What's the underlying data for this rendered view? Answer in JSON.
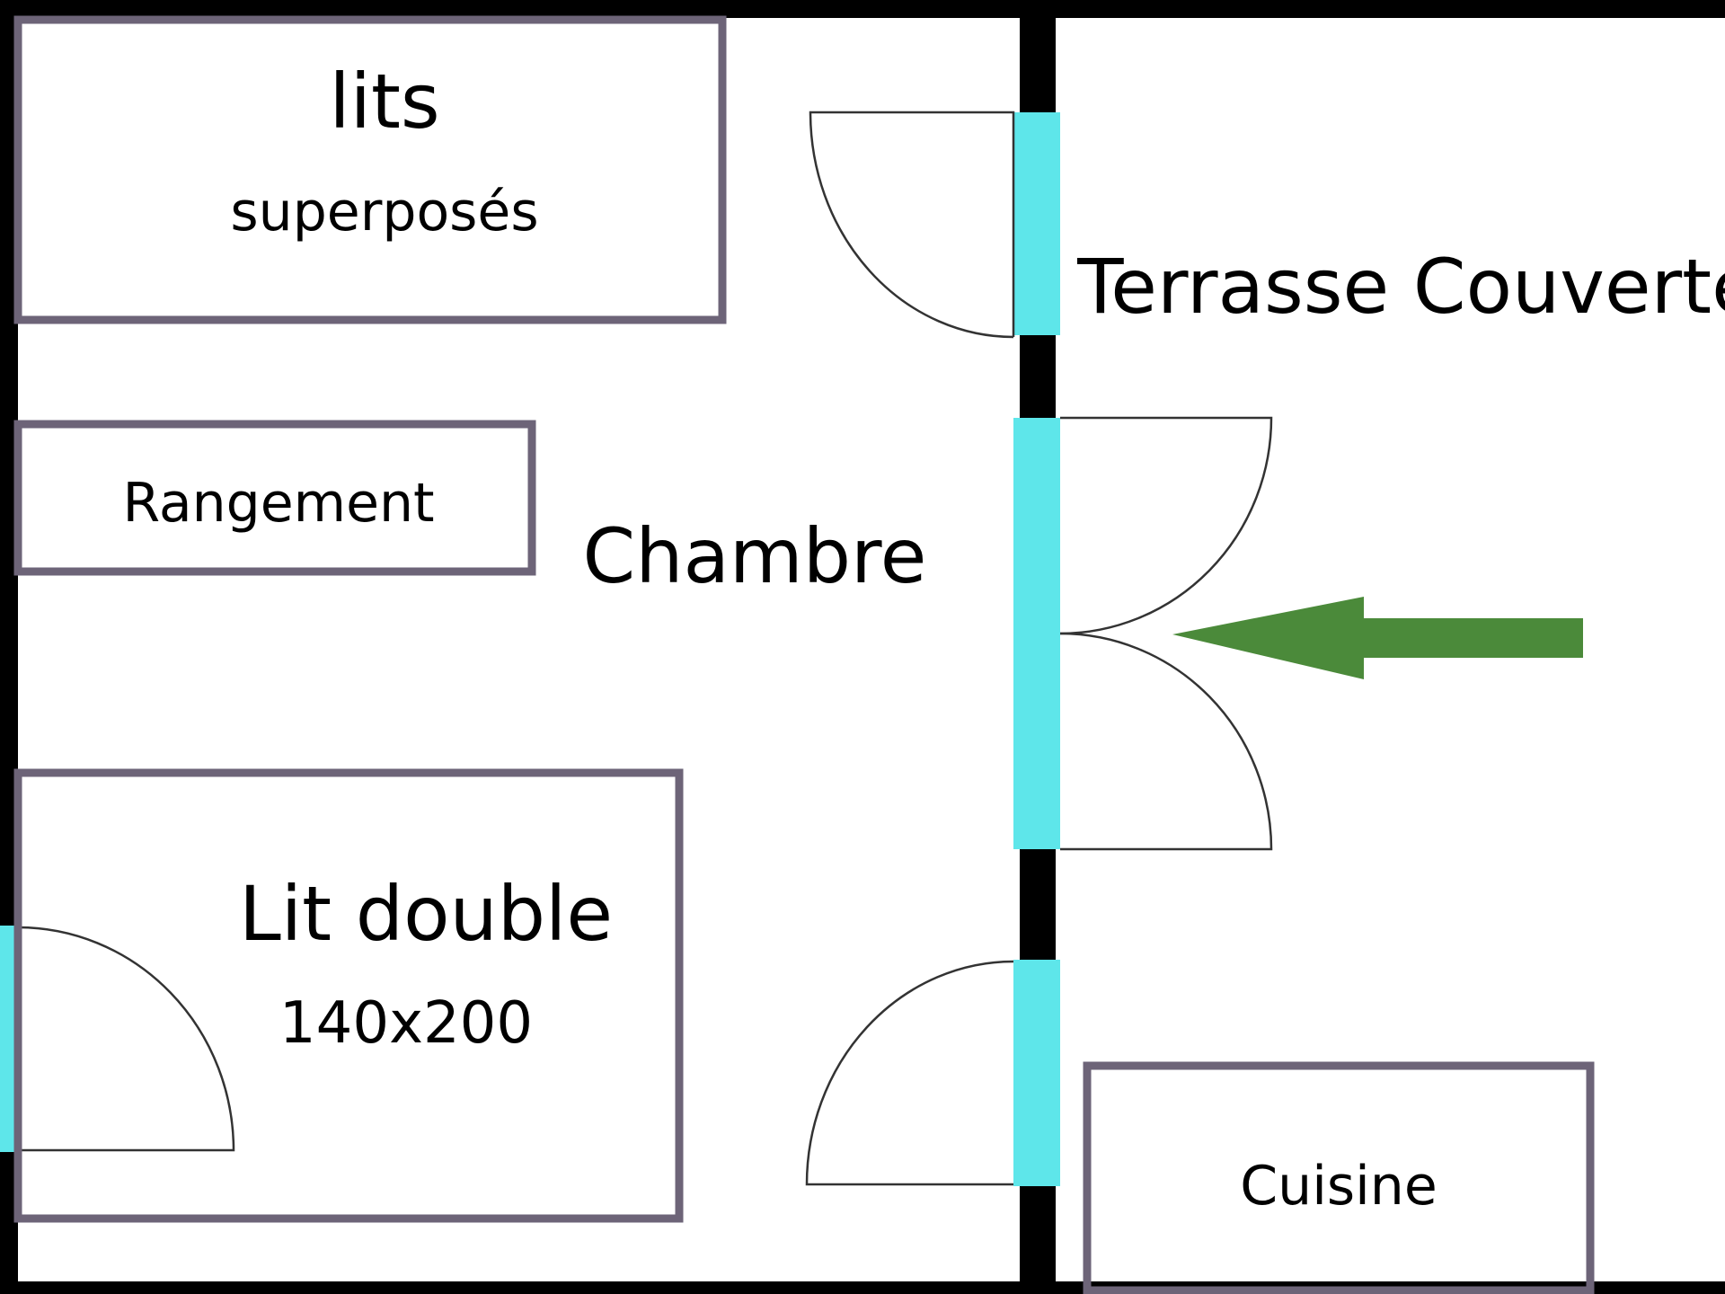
{
  "rooms": {
    "bunk_beds": {
      "line1": "lits",
      "line2": "superposés"
    },
    "storage": {
      "label": "Rangement"
    },
    "bedroom": {
      "label": "Chambre"
    },
    "double_bed": {
      "line1": "Lit double",
      "line2": "140x200"
    },
    "terrace": {
      "label": "Terrasse Couverte"
    },
    "kitchen": {
      "label": "Cuisine"
    }
  },
  "colors": {
    "wall": "#000000",
    "door_opening": "#5ee6ea",
    "furniture_outline": "#6d6478",
    "entrance_arrow": "#4b8a3a"
  },
  "icons": {
    "entrance": "entrance-arrow-icon"
  }
}
